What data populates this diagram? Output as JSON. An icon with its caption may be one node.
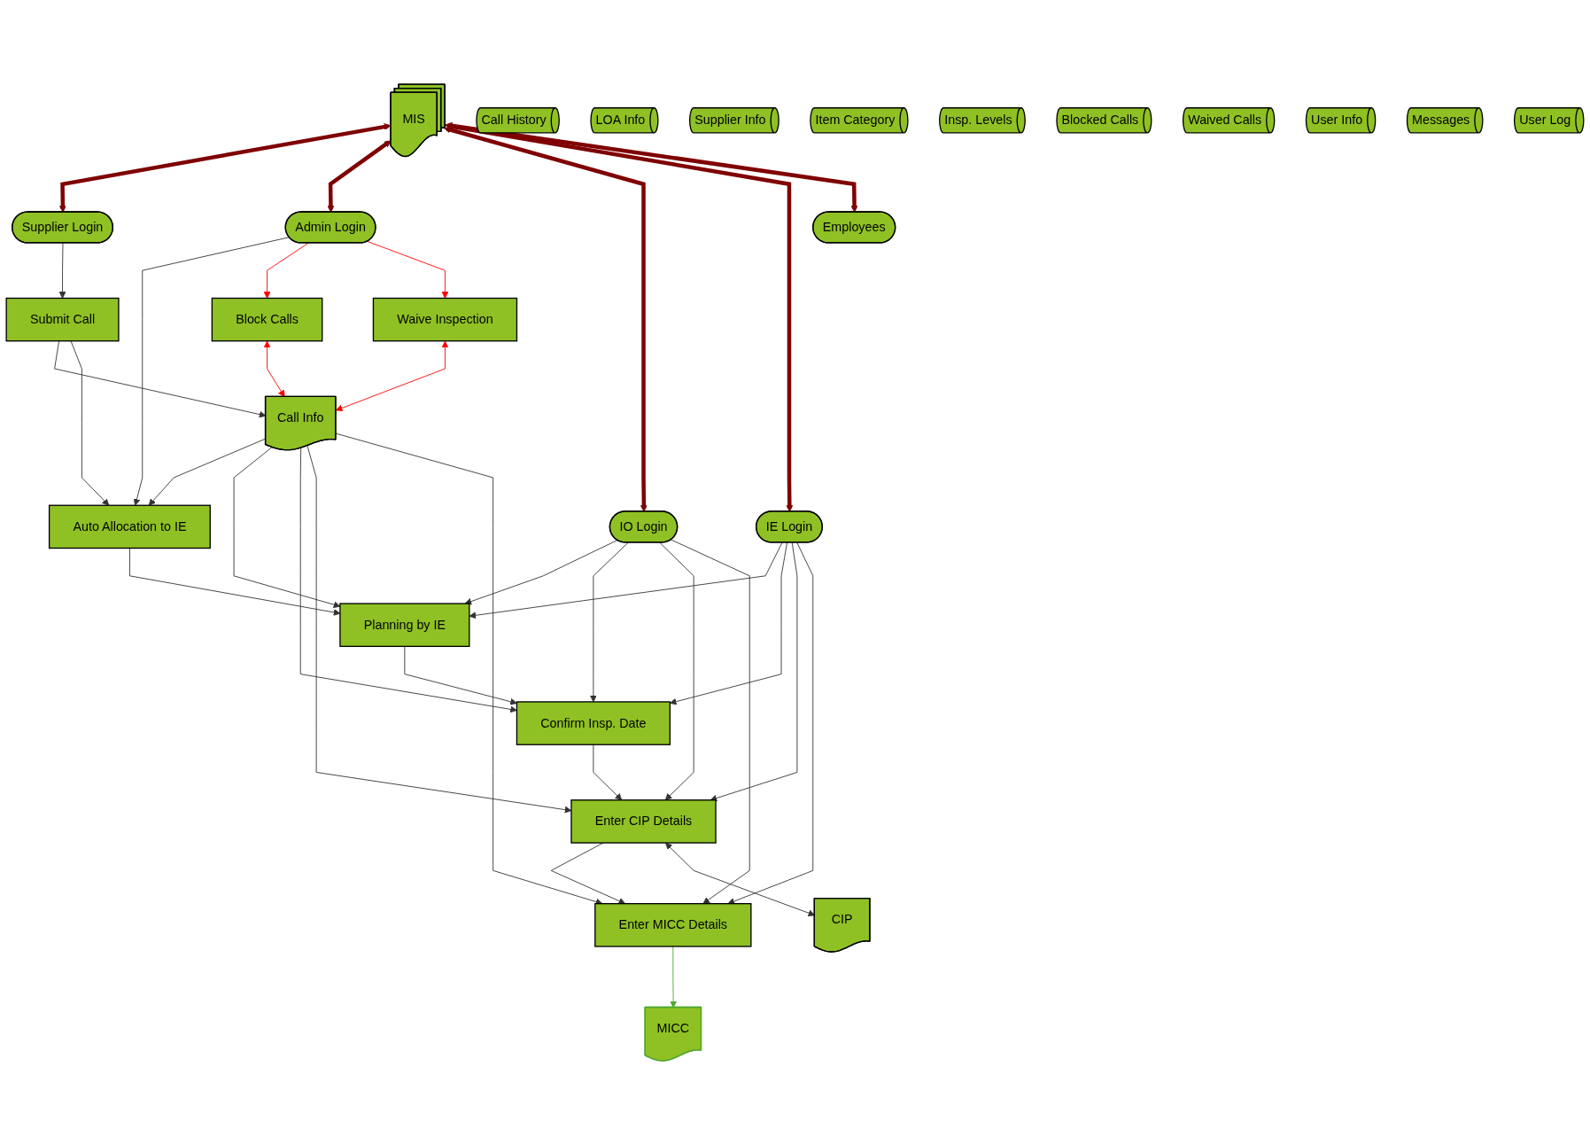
{
  "diagram": {
    "nodes": [
      {
        "text": [
          "Supplier Login"
        ]
      },
      {
        "text": [
          "Admin Login"
        ]
      },
      {
        "text": [
          "IO Login"
        ]
      },
      {
        "text": [
          "IE Login"
        ]
      },
      {
        "text": [
          "Employees"
        ]
      },
      {
        "text": [
          "Submit Call"
        ]
      },
      {
        "text": [
          "Auto Allocation to IE"
        ]
      },
      {
        "text": [
          "Planning by IE"
        ]
      },
      {
        "text": [
          "Confirm Insp. Date"
        ]
      },
      {
        "text": [
          "Enter CIP Details"
        ]
      },
      {
        "text": [
          "Enter MICC Details"
        ]
      },
      {
        "text": [
          "Block Calls"
        ]
      },
      {
        "text": [
          "Waive Inspection"
        ]
      },
      {
        "text": [
          "Call Info"
        ]
      },
      {
        "text": [
          "CIP"
        ]
      },
      {
        "text": [
          "MICC"
        ]
      },
      {
        "text": [
          "Call History"
        ]
      },
      {
        "text": [
          "LOA Info"
        ]
      },
      {
        "text": [
          "Supplier Info"
        ]
      },
      {
        "text": [
          "Item Category"
        ]
      },
      {
        "text": [
          "Insp. Levels"
        ]
      },
      {
        "text": [
          "Blocked Calls"
        ]
      },
      {
        "text": [
          "Waived Calls"
        ]
      },
      {
        "text": [
          "User Info"
        ]
      },
      {
        "text": [
          "Messages"
        ]
      },
      {
        "text": [
          "User Log"
        ]
      },
      {
        "text": [
          "MIS"
        ]
      }
    ],
    "edges": [
      {
        "from": 0,
        "to": 5,
        "arrow": "to"
      },
      {
        "from": 5,
        "to": 13,
        "arrow": "to"
      },
      {
        "from": 5,
        "to": 6,
        "arrow": "to"
      },
      {
        "from": 6,
        "to": 7,
        "arrow": "to"
      },
      {
        "from": 7,
        "to": 8,
        "arrow": "to"
      },
      {
        "from": 8,
        "to": 9,
        "arrow": "to"
      },
      {
        "from": 9,
        "to": 10,
        "arrow": "to"
      },
      {
        "from": 1,
        "to": 6,
        "arrow": "to"
      },
      {
        "from": 1,
        "to": 11,
        "arrow": "to",
        "color": "#ff0000"
      },
      {
        "from": 1,
        "to": 12,
        "arrow": "to",
        "color": "#ff0000"
      },
      {
        "from": 2,
        "to": 7,
        "arrow": "to"
      },
      {
        "from": 2,
        "to": 8,
        "arrow": "to"
      },
      {
        "from": 2,
        "to": 9,
        "arrow": "to"
      },
      {
        "from": 2,
        "to": 10,
        "arrow": "to"
      },
      {
        "from": 3,
        "to": 7,
        "arrow": "to"
      },
      {
        "from": 3,
        "to": 8,
        "arrow": "to"
      },
      {
        "from": 3,
        "to": 9,
        "arrow": "to"
      },
      {
        "from": 3,
        "to": 10,
        "arrow": "to"
      },
      {
        "from": 13,
        "to": 6,
        "arrow": "to"
      },
      {
        "from": 13,
        "to": 7,
        "arrow": "to"
      },
      {
        "from": 13,
        "to": 8,
        "arrow": "to"
      },
      {
        "from": 13,
        "to": 9,
        "arrow": "to"
      },
      {
        "from": 13,
        "to": 10,
        "arrow": "to"
      },
      {
        "from": 9,
        "to": 14,
        "arrow": "both"
      },
      {
        "from": 10,
        "to": 15,
        "arrow": "to",
        "color": "#4ea72e"
      },
      {
        "from": 11,
        "to": 13,
        "arrow": "both",
        "color": "#ff0000"
      },
      {
        "from": 12,
        "to": 13,
        "arrow": "both",
        "color": "#ff0000"
      },
      {
        "from": 0,
        "to": 26,
        "arrow": "both",
        "style": "thick",
        "color": "#7f0000"
      },
      {
        "from": 1,
        "to": 26,
        "arrow": "both",
        "style": "thick",
        "color": "#7f0000"
      },
      {
        "from": 2,
        "to": 26,
        "arrow": "both",
        "style": "thick",
        "color": "#7f0000"
      },
      {
        "from": 3,
        "to": 26,
        "arrow": "both",
        "style": "thick",
        "color": "#7f0000"
      },
      {
        "from": 4,
        "to": 26,
        "arrow": "both",
        "style": "thick",
        "color": "#7f0000"
      }
    ]
  }
}
